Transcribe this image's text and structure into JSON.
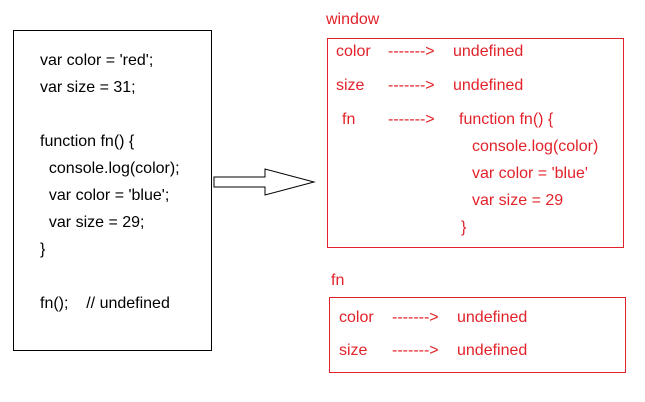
{
  "code": {
    "lines": [
      "var color = 'red';",
      "var size = 31;",
      "function fn() {",
      "  console.log(color);",
      "  var color = 'blue';",
      "  var size = 29;",
      "}",
      "fn();    // undefined"
    ]
  },
  "window_scope": {
    "title": "window",
    "rows": [
      {
        "name": "color",
        "arrow": "------->",
        "value": "undefined"
      },
      {
        "name": "size",
        "arrow": "------->",
        "value": "undefined"
      },
      {
        "name": "fn",
        "arrow": "------->",
        "value": "function fn() {"
      }
    ],
    "fn_body": [
      "console.log(color)",
      "var color = 'blue'",
      "var size = 29",
      "}"
    ]
  },
  "fn_scope": {
    "title": "fn",
    "rows": [
      {
        "name": "color",
        "arrow": "------->",
        "value": "undefined"
      },
      {
        "name": "size",
        "arrow": "------->",
        "value": "undefined"
      }
    ]
  },
  "colors": {
    "scope_red": "#e2222a",
    "code_black": "#000000"
  }
}
